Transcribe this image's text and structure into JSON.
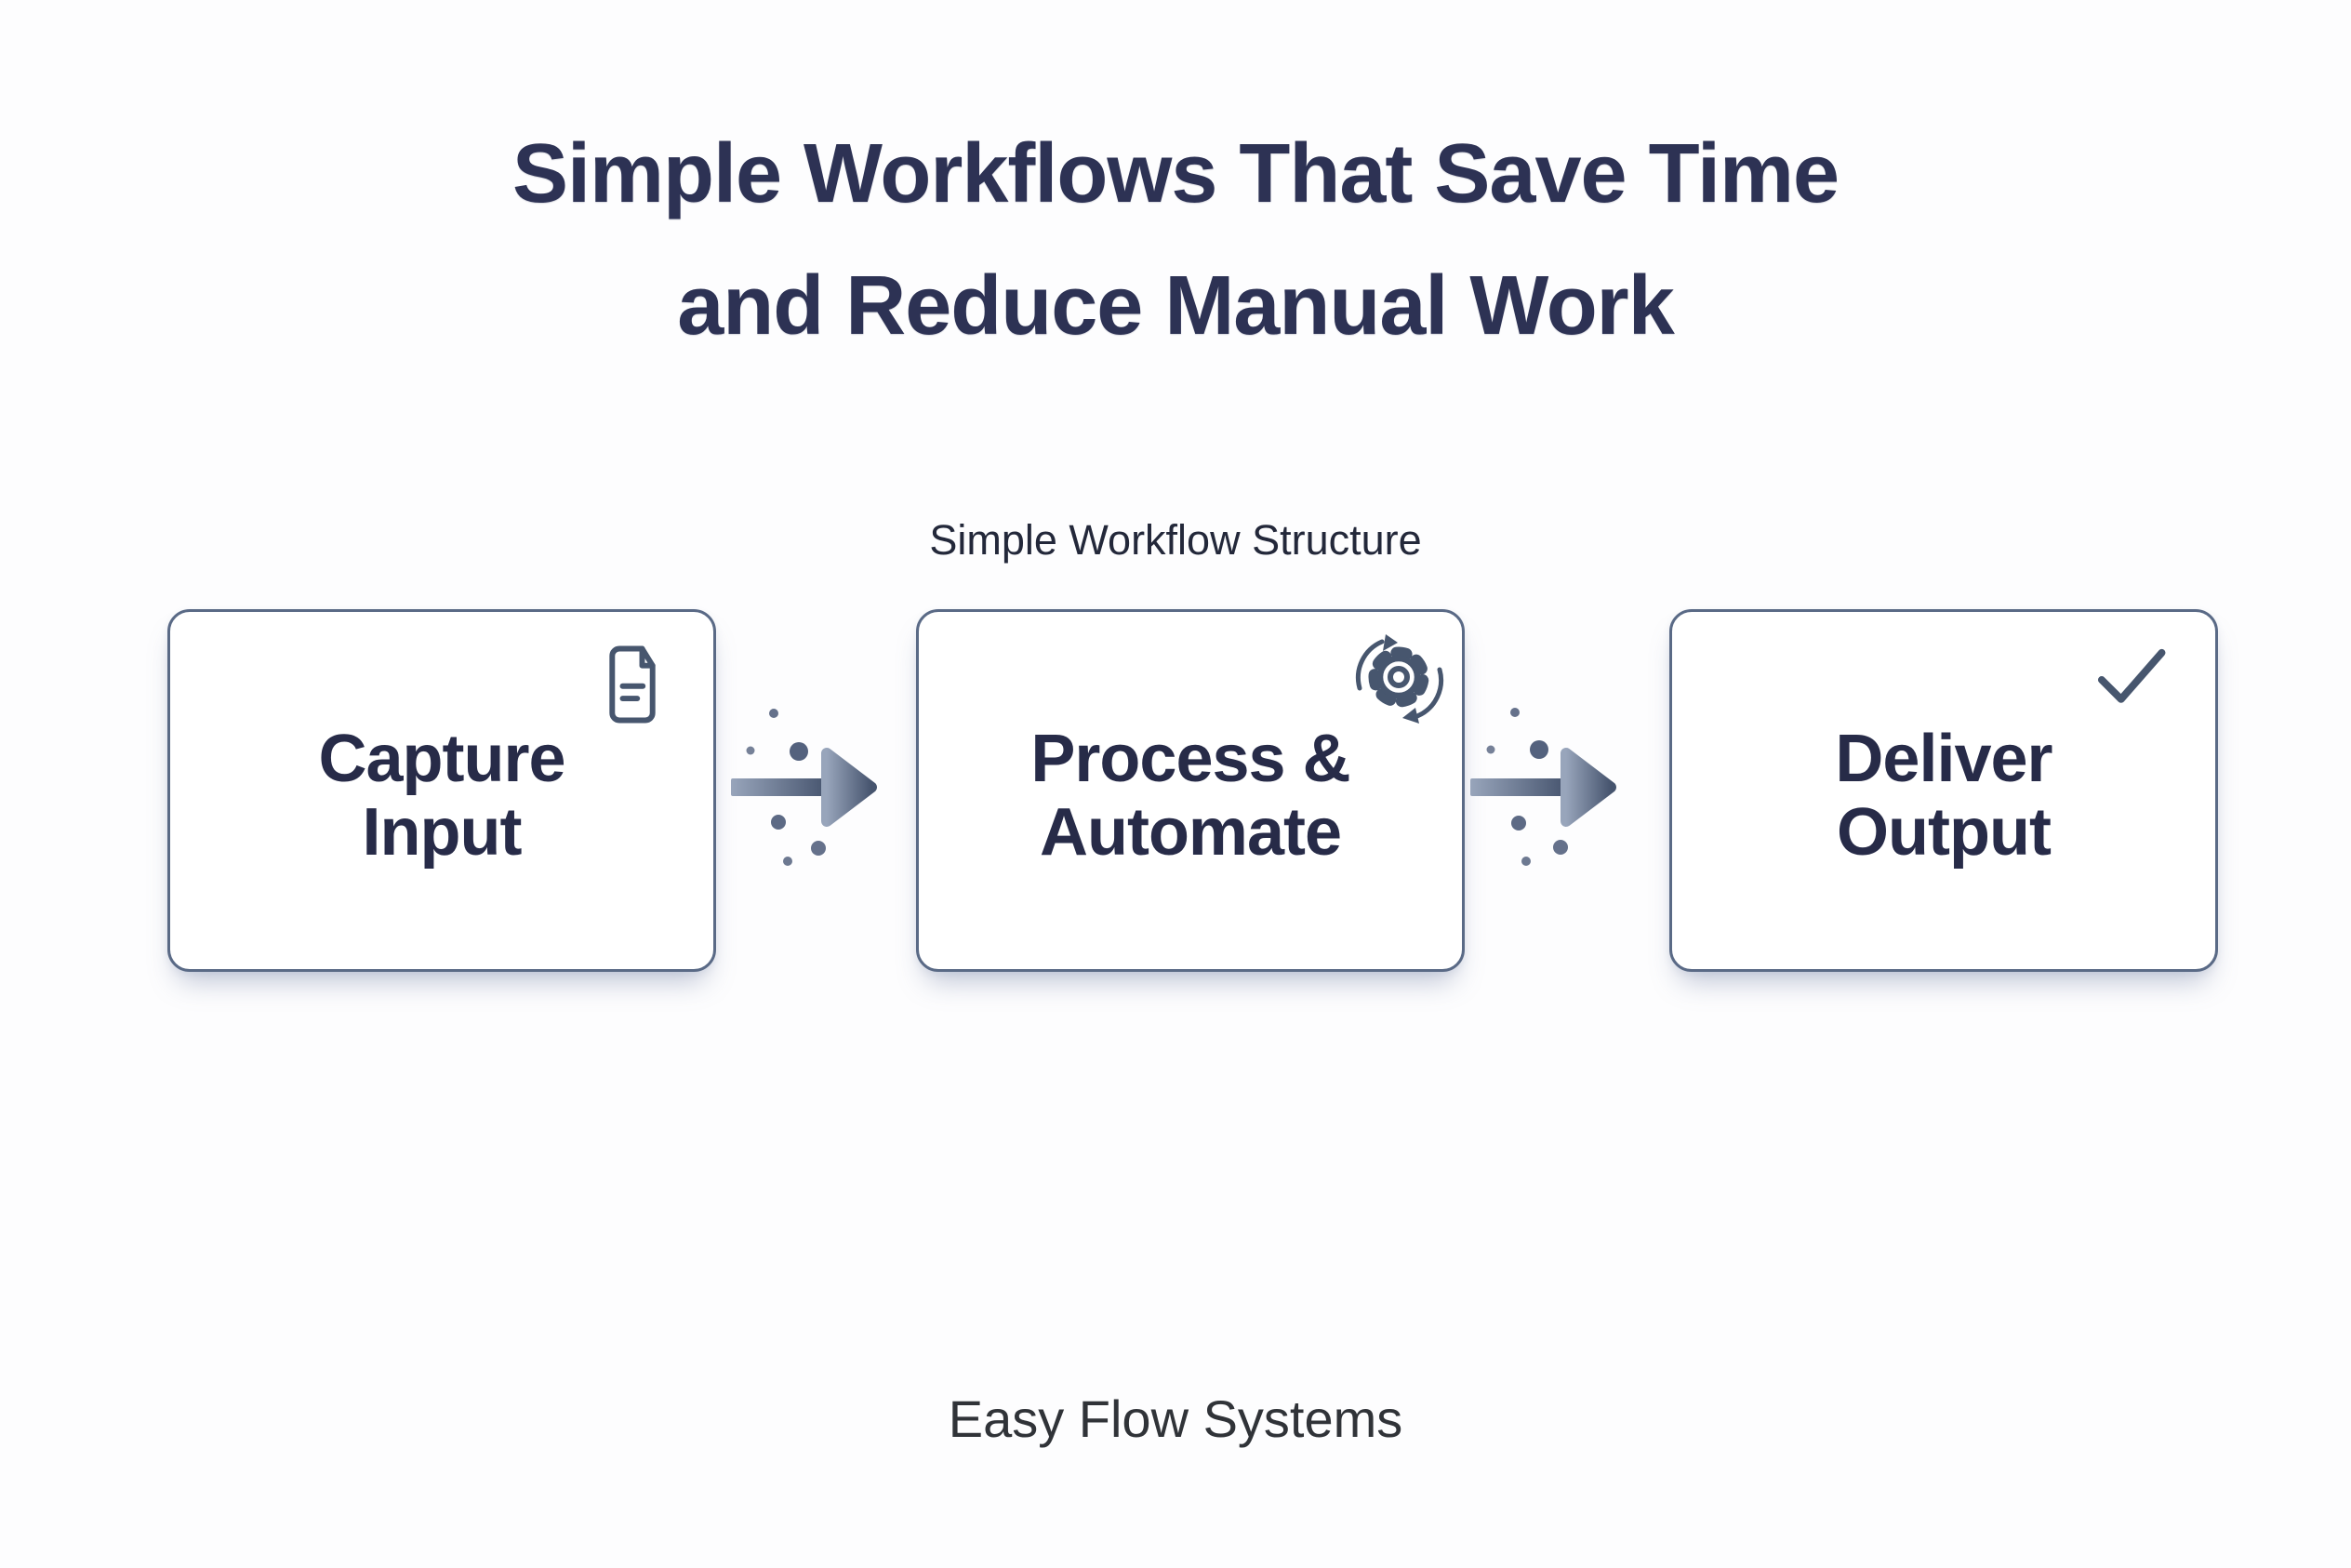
{
  "header": {
    "title_line1": "Simple Workflows That Save Time",
    "title_line2": "and Reduce Manual Work"
  },
  "diagram": {
    "caption": "Simple Workflow Structure",
    "steps": [
      {
        "label_line1": "Capture",
        "label_line2": "Input",
        "icon": "document-icon"
      },
      {
        "label_line1": "Process &",
        "label_line2": "Automate",
        "icon": "gear-sync-icon"
      },
      {
        "label_line1": "Deliver",
        "label_line2": "Output",
        "icon": "checkmark-icon"
      }
    ],
    "connector": "arrow-right-with-dots"
  },
  "footer": {
    "brand": "Easy Flow Systems"
  },
  "theme": {
    "bg": "#fdfdfe",
    "title_color": "#2d3254",
    "subtitle_color": "#23283a",
    "label_color": "#272b48",
    "footer_color": "#303338",
    "box_border": "#5a6a86",
    "box_bg": "#ffffff",
    "icon_stroke": "#47566e",
    "arrow_dark": "#46546e",
    "arrow_light": "#98a5bb",
    "dot_color": "#54627e"
  }
}
